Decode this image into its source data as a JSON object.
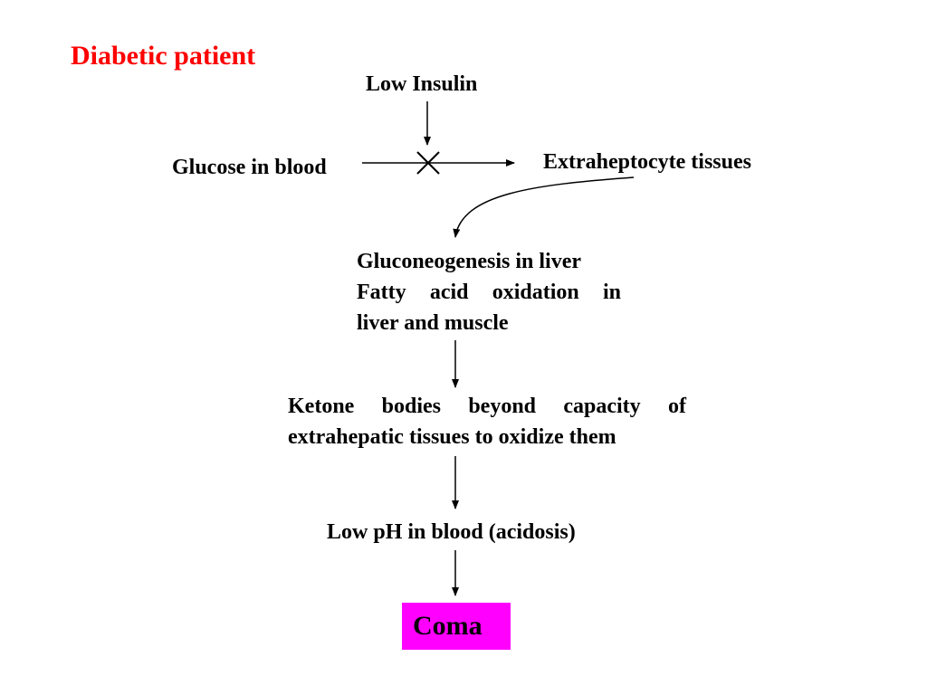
{
  "colors": {
    "title": "#ff0000",
    "text": "#000000",
    "coma_box": "#ff00ff",
    "lines": "#000000"
  },
  "title": "Diabetic patient",
  "nodes": {
    "low_insulin": "Low Insulin",
    "glucose_in_blood": "Glucose in blood",
    "extra_tissues": "Extraheptocyte tissues",
    "gluconeogenesis": {
      "line1": "Gluconeogenesis in liver",
      "line2": "Fatty acid oxidation in",
      "line3": "liver and muscle"
    },
    "ketone_bodies": {
      "line1": "Ketone bodies beyond capacity of",
      "line2": "extrahepatic tissues to oxidize them"
    },
    "low_ph": "Low pH in blood (acidosis)",
    "coma": "Coma"
  },
  "edges": [
    {
      "from": "low_insulin",
      "to": "glucose_in_blood -> extra_tissues",
      "style": "inhibits"
    },
    {
      "from": "glucose_in_blood",
      "to": "extra_tissues",
      "style": "blocked"
    },
    {
      "from": "extra_tissues",
      "to": "gluconeogenesis",
      "style": "curved"
    },
    {
      "from": "gluconeogenesis",
      "to": "ketone_bodies",
      "style": "arrow"
    },
    {
      "from": "ketone_bodies",
      "to": "low_ph",
      "style": "arrow"
    },
    {
      "from": "low_ph",
      "to": "coma",
      "style": "arrow"
    }
  ]
}
